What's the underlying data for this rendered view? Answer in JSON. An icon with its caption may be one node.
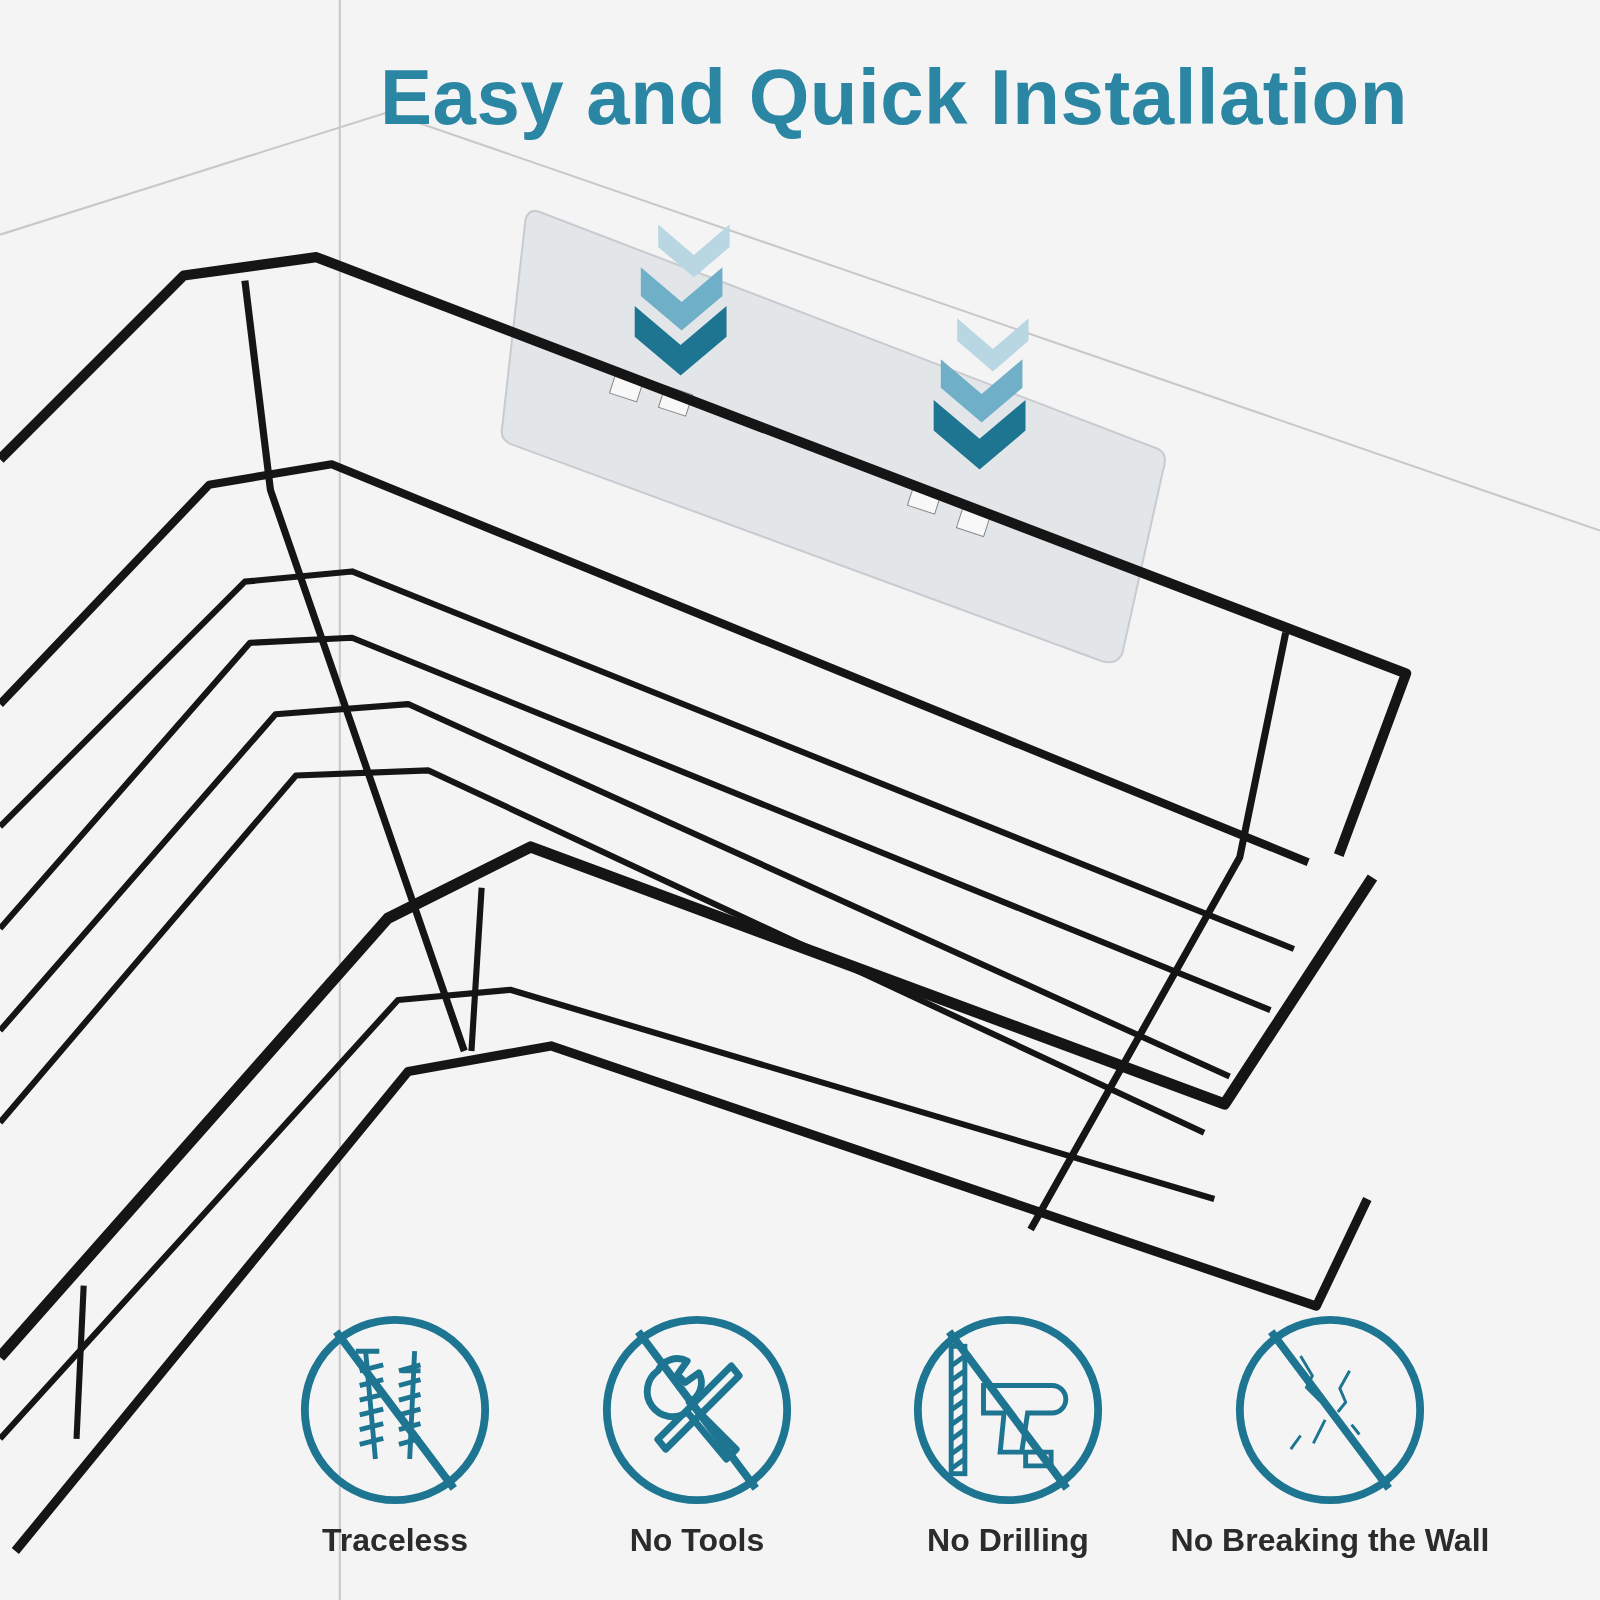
{
  "diagram": {
    "title": "Easy and Quick Installation",
    "labels": [
      "Traceless",
      "No Tools",
      "No Drilling",
      "No Breaking the Wall"
    ]
  }
}
